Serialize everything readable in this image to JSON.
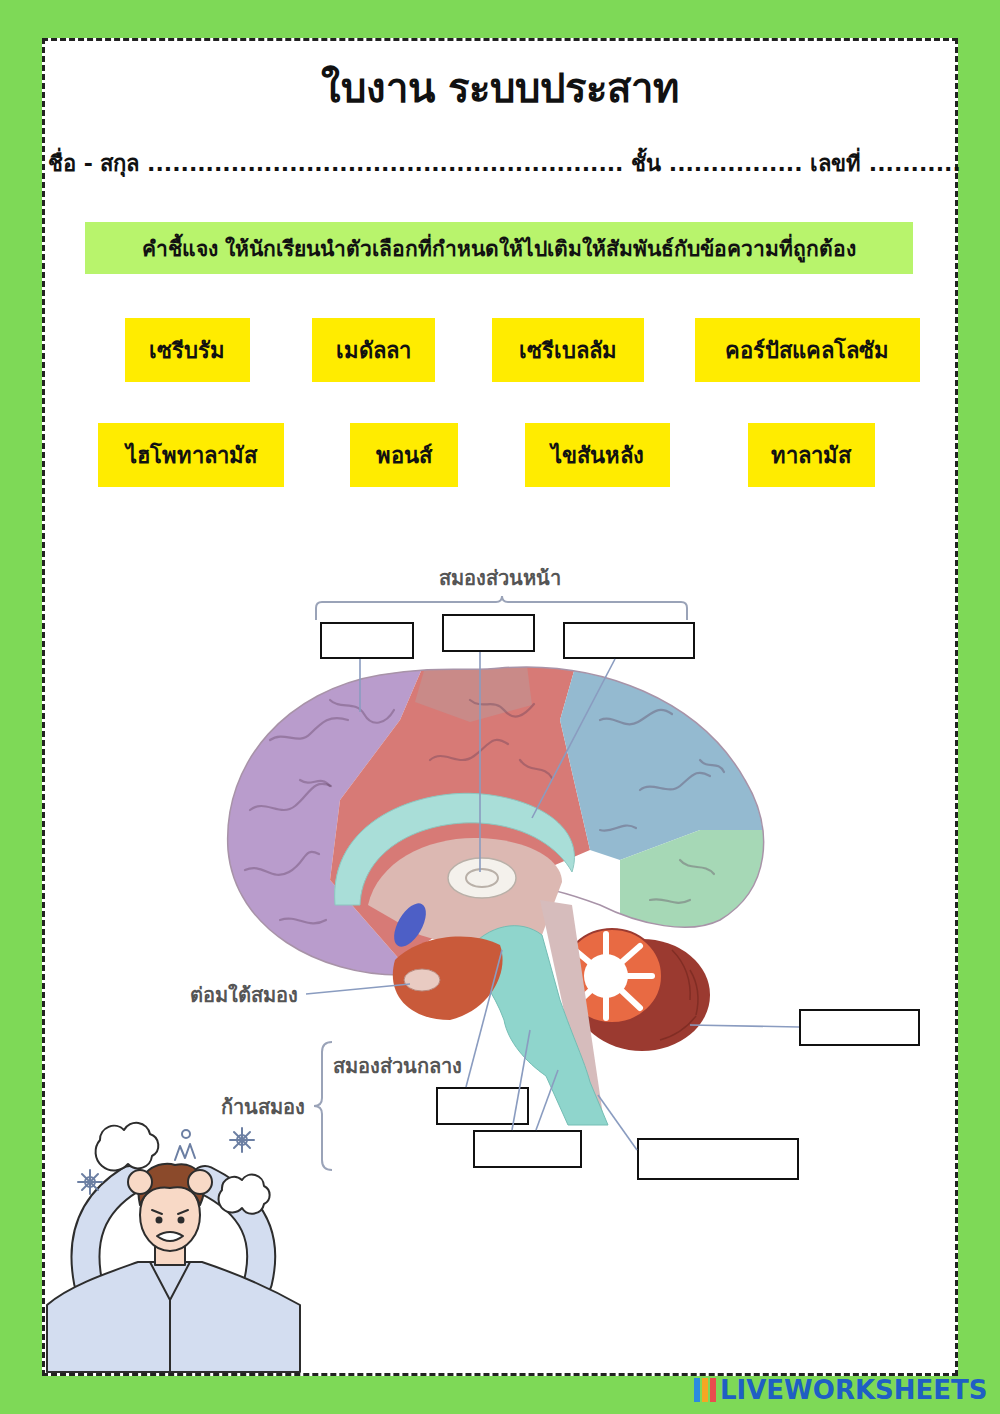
{
  "diagram": {
    "title": "ใบงาน ระบบประสาท",
    "nodes": [
      {
        "text": [
          "คำชี้แจง ให้นักเรียนนำตัวเลือกที่กำหนดให้ไปเติมให้สัมพันธ์กับข้อความที่ถูกต้อง"
        ]
      },
      {
        "text": [
          "เซรีบรัม"
        ]
      },
      {
        "text": [
          "เมดัลลา"
        ]
      },
      {
        "text": [
          "เซรีเบลลัม"
        ]
      },
      {
        "text": [
          "คอร์ปัสแคลโลซัม"
        ]
      },
      {
        "text": [
          "ไฮโพทาลามัส"
        ]
      },
      {
        "text": [
          "พอนส์"
        ]
      },
      {
        "text": [
          "ไขสันหลัง"
        ]
      },
      {
        "text": [
          "ทาลามัส"
        ]
      }
    ],
    "labels": [
      "ชื่อ - สกุล ......................................................... ชั้น ................ เลขที่ ...........",
      "สมองส่วนหน้า",
      "ต่อมใต้สมอง",
      "สมองส่วนกลาง",
      "ก้านสมอง",
      "LIVEWORKSHEETS"
    ]
  }
}
